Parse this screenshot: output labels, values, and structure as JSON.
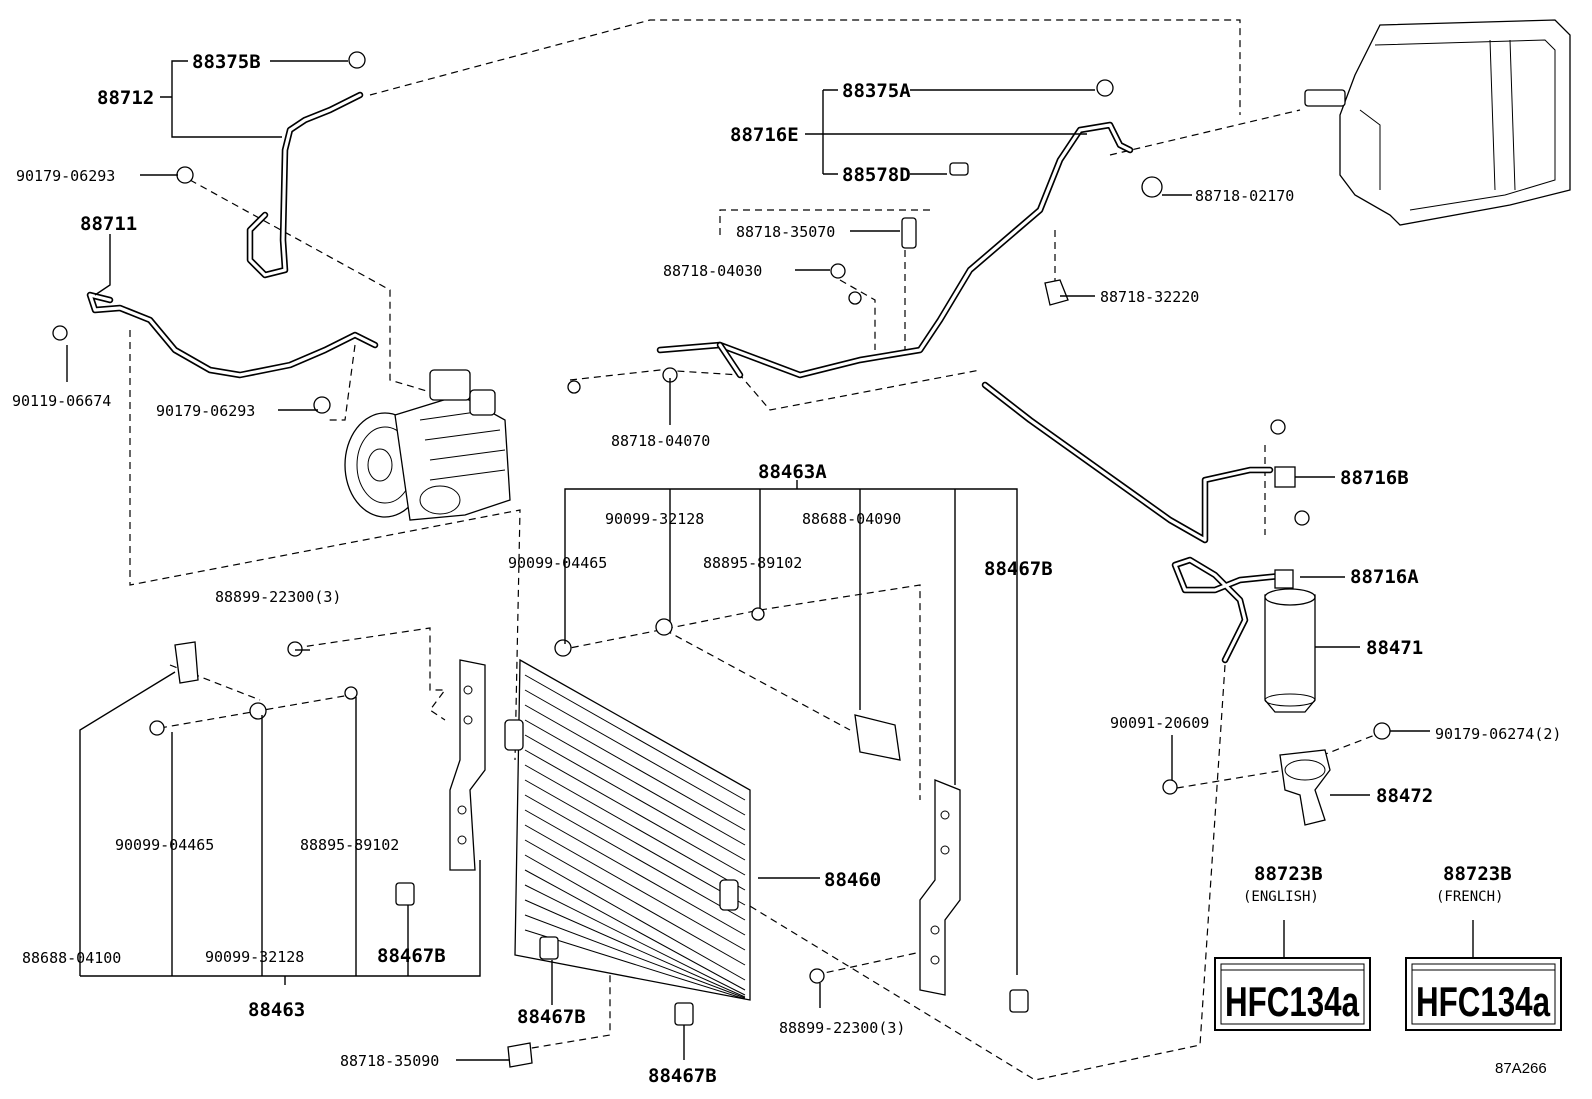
{
  "diagram_code": "87A266",
  "callouts": {
    "c88712": "88712",
    "c88375B": "88375B",
    "c90179_06293_a": "90179-06293",
    "c88711": "88711",
    "c90119_06674": "90119-06674",
    "c90179_06293_b": "90179-06293",
    "c88716E": "88716E",
    "c88375A": "88375A",
    "c88578D": "88578D",
    "c88718_02170": "88718-02170",
    "c88718_35070": "88718-35070",
    "c88718_04030": "88718-04030",
    "c88718_32220": "88718-32220",
    "c88718_04070": "88718-04070",
    "c88463A": "88463A",
    "c90099_32128_top": "90099-32128",
    "c88688_04090": "88688-04090",
    "c90099_04465_top": "90099-04465",
    "c88895_89102_top": "88895-89102",
    "c88467B_right": "88467B",
    "c88899_22300_top": "88899-22300(3)",
    "c90099_04465_left": "90099-04465",
    "c88895_89102_left": "88895-89102",
    "c88688_04100": "88688-04100",
    "c90099_32128_left": "90099-32128",
    "c88467B_left": "88467B",
    "c88463": "88463",
    "c88460": "88460",
    "c88467B_mid": "88467B",
    "c88718_35090": "88718-35090",
    "c88467B_bottom": "88467B",
    "c88899_22300_bottom": "88899-22300(3)",
    "c88716B": "88716B",
    "c88716A": "88716A",
    "c88471": "88471",
    "c90091_20609": "90091-20609",
    "c90179_06274": "90179-06274(2)",
    "c88472": "88472",
    "c88723B_en": "88723B",
    "c88723B_fr": "88723B"
  },
  "labels": {
    "english": {
      "part": "88723B",
      "language": "(ENGLISH)",
      "text": "HFC134a"
    },
    "french": {
      "part": "88723B",
      "language": "(FRENCH)",
      "text": "HFC134a"
    }
  },
  "icons": {
    "compressor": "compressor-icon",
    "condenser": "condenser-icon",
    "receiver": "receiver-drier-icon",
    "evaporator": "evaporator-unit-icon"
  }
}
